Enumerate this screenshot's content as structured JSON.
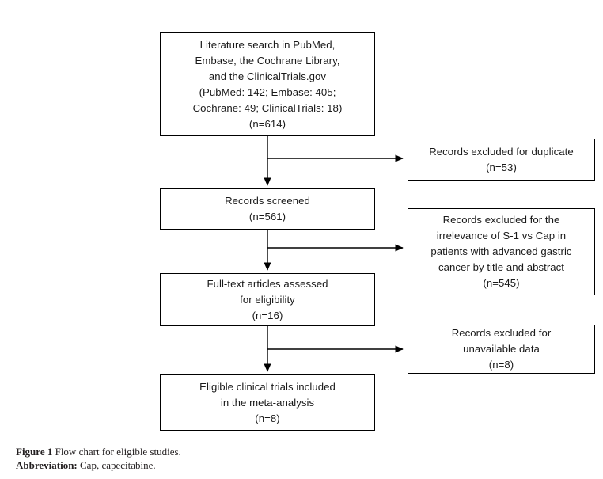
{
  "figure": {
    "type": "prisma-flow-chart",
    "caption_label": "Figure 1",
    "caption_text": "Flow chart for eligible studies.",
    "abbreviation_label": "Abbreviation:",
    "abbreviation_text": "Cap, capecitabine.",
    "line_color": "#000000",
    "background_color": "#ffffff",
    "text_color": "#1a1a1a"
  },
  "nodes": {
    "search": {
      "lines": [
        "Literature search in PubMed,",
        "Embase, the Cochrane Library,",
        "and the ClinicalTrials.gov",
        "(PubMed: 142; Embase: 405;",
        "Cochrane: 49; ClinicalTrials: 18)",
        "(n=614)"
      ],
      "count": 614,
      "sources": {
        "PubMed": 142,
        "Embase": 405,
        "Cochrane": 49,
        "ClinicalTrials": 18
      }
    },
    "screened": {
      "lines": [
        "Records screened",
        "(n=561)"
      ],
      "count": 561
    },
    "fulltext": {
      "lines": [
        "Full-text articles assessed",
        "for eligibility",
        "(n=16)"
      ],
      "count": 16
    },
    "eligible": {
      "lines": [
        "Eligible clinical trials included",
        "in the meta-analysis",
        "(n=8)"
      ],
      "count": 8
    },
    "excluded_duplicate": {
      "lines": [
        "Records excluded for duplicate",
        "(n=53)"
      ],
      "count": 53
    },
    "excluded_irrelevance": {
      "lines": [
        "Records excluded for the",
        "irrelevance of S-1 vs Cap in",
        "patients with advanced gastric",
        "cancer by title and abstract",
        "(n=545)"
      ],
      "count": 545
    },
    "excluded_unavailable": {
      "lines": [
        "Records excluded for",
        "unavailable data",
        "(n=8)"
      ],
      "count": 8
    }
  }
}
